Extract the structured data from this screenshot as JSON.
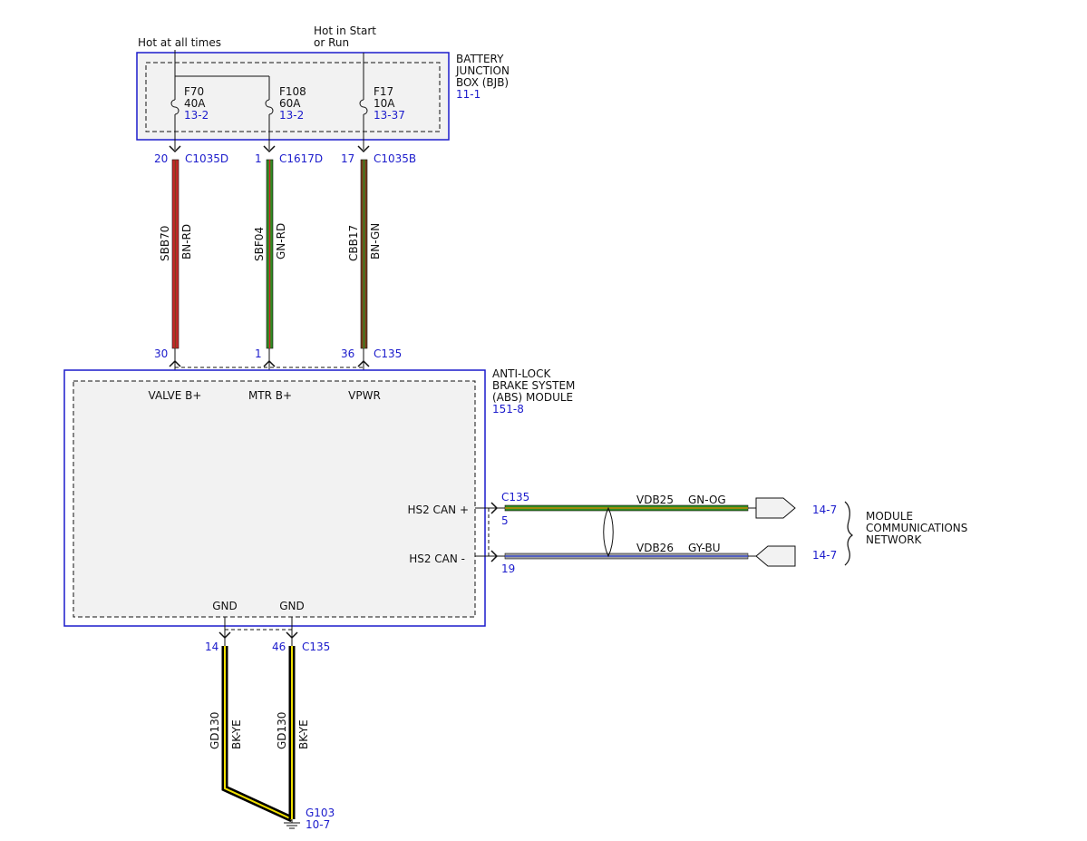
{
  "labels": {
    "hot_always": "Hot at all times",
    "hot_start_1": "Hot in Start",
    "hot_start_2": "or Run",
    "bjb_1": "BATTERY",
    "bjb_2": "JUNCTION",
    "bjb_3": "BOX (BJB)",
    "bjb_ref": "11-1",
    "abs_1": "ANTI-LOCK",
    "abs_2": "BRAKE SYSTEM",
    "abs_3": "(ABS) MODULE",
    "abs_ref": "151-8",
    "mcn_1": "MODULE",
    "mcn_2": "COMMUNICATIONS",
    "mcn_3": "NETWORK",
    "ground_name": "G103",
    "ground_ref": "10-7"
  },
  "fuses": [
    {
      "name": "F70",
      "rating": "40A",
      "ref": "13-2"
    },
    {
      "name": "F108",
      "rating": "60A",
      "ref": "13-2"
    },
    {
      "name": "F17",
      "rating": "10A",
      "ref": "13-37"
    }
  ],
  "supply_wires": [
    {
      "top_pin": "20",
      "top_conn": "C1035D",
      "circuit": "SBB70",
      "color_code": "BN-RD",
      "bottom_pin": "30",
      "pin_label": "VALVE B+",
      "base_color": "#c62828",
      "stripe_color": "#7b3f1e"
    },
    {
      "top_pin": "1",
      "top_conn": "C1617D",
      "circuit": "SBF04",
      "color_code": "GN-RD",
      "bottom_pin": "1",
      "pin_label": "MTR B+",
      "base_color": "#2e8b22",
      "stripe_color": "#c62828"
    },
    {
      "top_pin": "17",
      "top_conn": "C1035B",
      "circuit": "CBB17",
      "color_code": "BN-GN",
      "bottom_pin": "36",
      "bottom_conn": "C135",
      "pin_label": "VPWR",
      "base_color": "#7b3f1e",
      "stripe_color": "#2e8b22"
    }
  ],
  "can_wires": [
    {
      "pin_label": "HS2 CAN +",
      "conn": "C135",
      "pin": "5",
      "circuit": "VDB25",
      "color_code": "GN-OG",
      "ref": "14-7",
      "base_color": "#2e8b22",
      "stripe_color": "#e08a00"
    },
    {
      "pin_label": "HS2 CAN -",
      "pin": "19",
      "circuit": "VDB26",
      "color_code": "GY-BU",
      "ref": "14-7",
      "base_color": "#9e9e9e",
      "stripe_color": "#2a3fd6"
    }
  ],
  "ground_wires": [
    {
      "pin_label": "GND",
      "pin": "14",
      "circuit": "GD130",
      "color_code": "BK-YE",
      "base_color": "#000000",
      "stripe_color": "#f0e000"
    },
    {
      "pin_label": "GND",
      "pin": "46",
      "conn": "C135",
      "circuit": "GD130",
      "color_code": "BK-YE",
      "base_color": "#000000",
      "stripe_color": "#f0e000"
    }
  ],
  "colors": {
    "outline": "#1c1ccc",
    "ref_text": "#1c1ccc",
    "box_fill": "#f2f2f2"
  }
}
